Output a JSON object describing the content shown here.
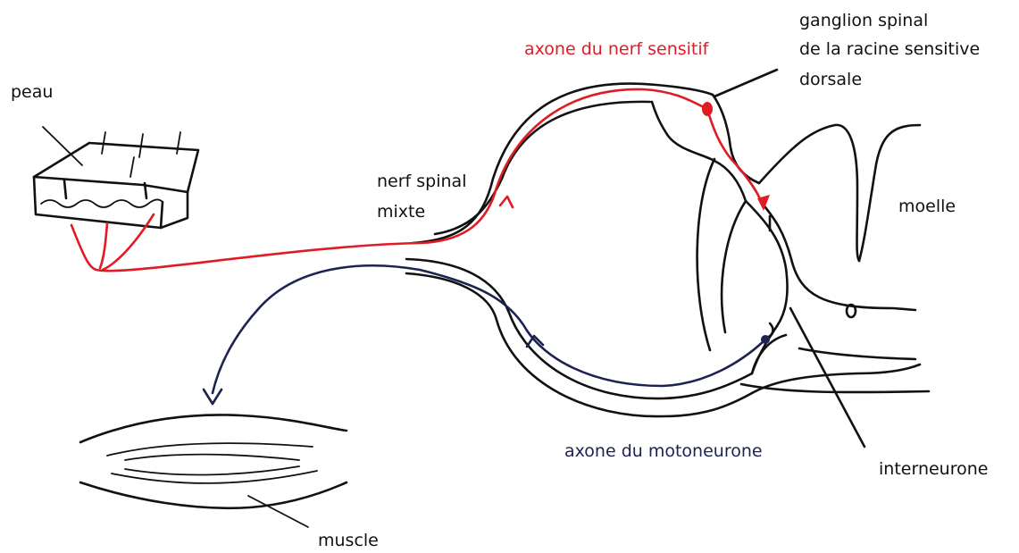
{
  "labels": {
    "peau": "peau",
    "axone_sensitif": "axone du nerf sensitif",
    "ganglion_1": "ganglion spinal",
    "ganglion_2": "de la racine sensitive",
    "ganglion_3": "dorsale",
    "nerf_1": "nerf spinal",
    "nerf_2": "mixte",
    "moelle": "moelle",
    "axone_moto": "axone du motoneurone",
    "interneurone": "interneurone",
    "muscle": "muscle"
  },
  "colors": {
    "ink": "#111111",
    "sensory": "#e01b24",
    "motor": "#1d2350"
  }
}
